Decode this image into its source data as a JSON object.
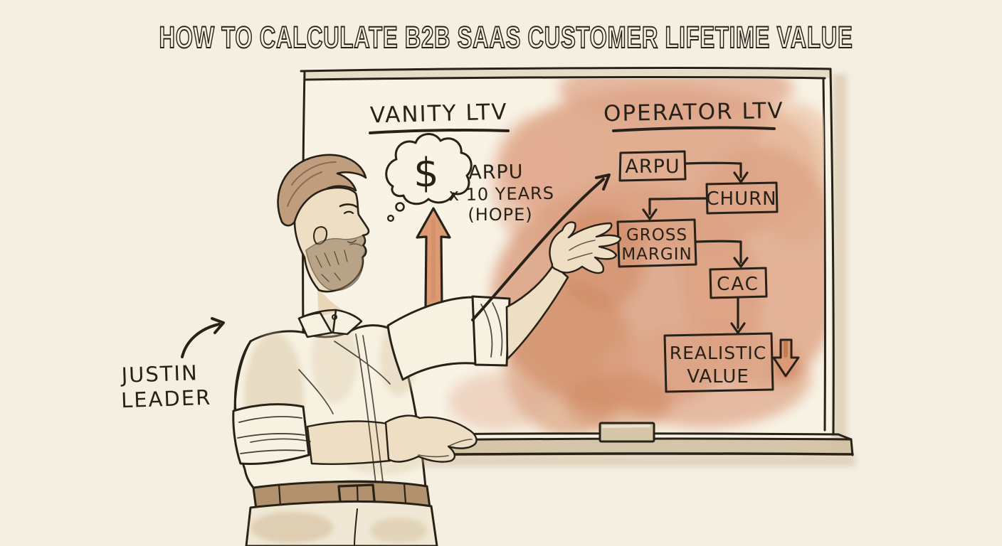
{
  "title": "HOW TO CALCULATE B2B SAAS CUSTOMER LIFETIME VALUE",
  "vanity": {
    "heading": "VANITY LTV",
    "dollar": "$",
    "arpu": "ARPU",
    "years": "x 10 YEARS",
    "hope": "(HOPE)"
  },
  "operator": {
    "heading": "OPERATOR LTV",
    "arpu": "ARPU",
    "churn": "CHURN",
    "gross1": "GROSS",
    "gross2": "MARGIN",
    "cac": "CAC",
    "realistic1": "REALISTIC",
    "realistic2": "VALUE"
  },
  "presenter": {
    "name1": "JUSTIN",
    "name2": "LEADER"
  },
  "diagram": {
    "type": "flowchart",
    "left_panel": {
      "heading": "VANITY LTV",
      "formula": [
        "ARPU",
        "x 10 YEARS",
        "(HOPE)"
      ],
      "symbols": [
        "thought-cloud with $",
        "big up arrow"
      ]
    },
    "right_panel": {
      "heading": "OPERATOR LTV",
      "nodes": [
        "ARPU",
        "CHURN",
        "GROSS MARGIN",
        "CAC",
        "REALISTIC VALUE"
      ],
      "edges": [
        [
          "ARPU",
          "CHURN"
        ],
        [
          "CHURN",
          "GROSS MARGIN"
        ],
        [
          "GROSS MARGIN",
          "CAC"
        ],
        [
          "CAC",
          "REALISTIC VALUE"
        ]
      ],
      "symbols": [
        "small down arrow beside REALISTIC VALUE"
      ]
    }
  },
  "colors": {
    "paper": "#f4efe1",
    "board": "#f8f3e5",
    "ink": "#272118",
    "wash_salmon": "#dda287",
    "wash_deep": "#c8815d",
    "accent_arrow": "#dc9a74",
    "tray_tan": "#cfbd9f",
    "skin": "#eedec4",
    "hair": "#bf9d7d"
  }
}
